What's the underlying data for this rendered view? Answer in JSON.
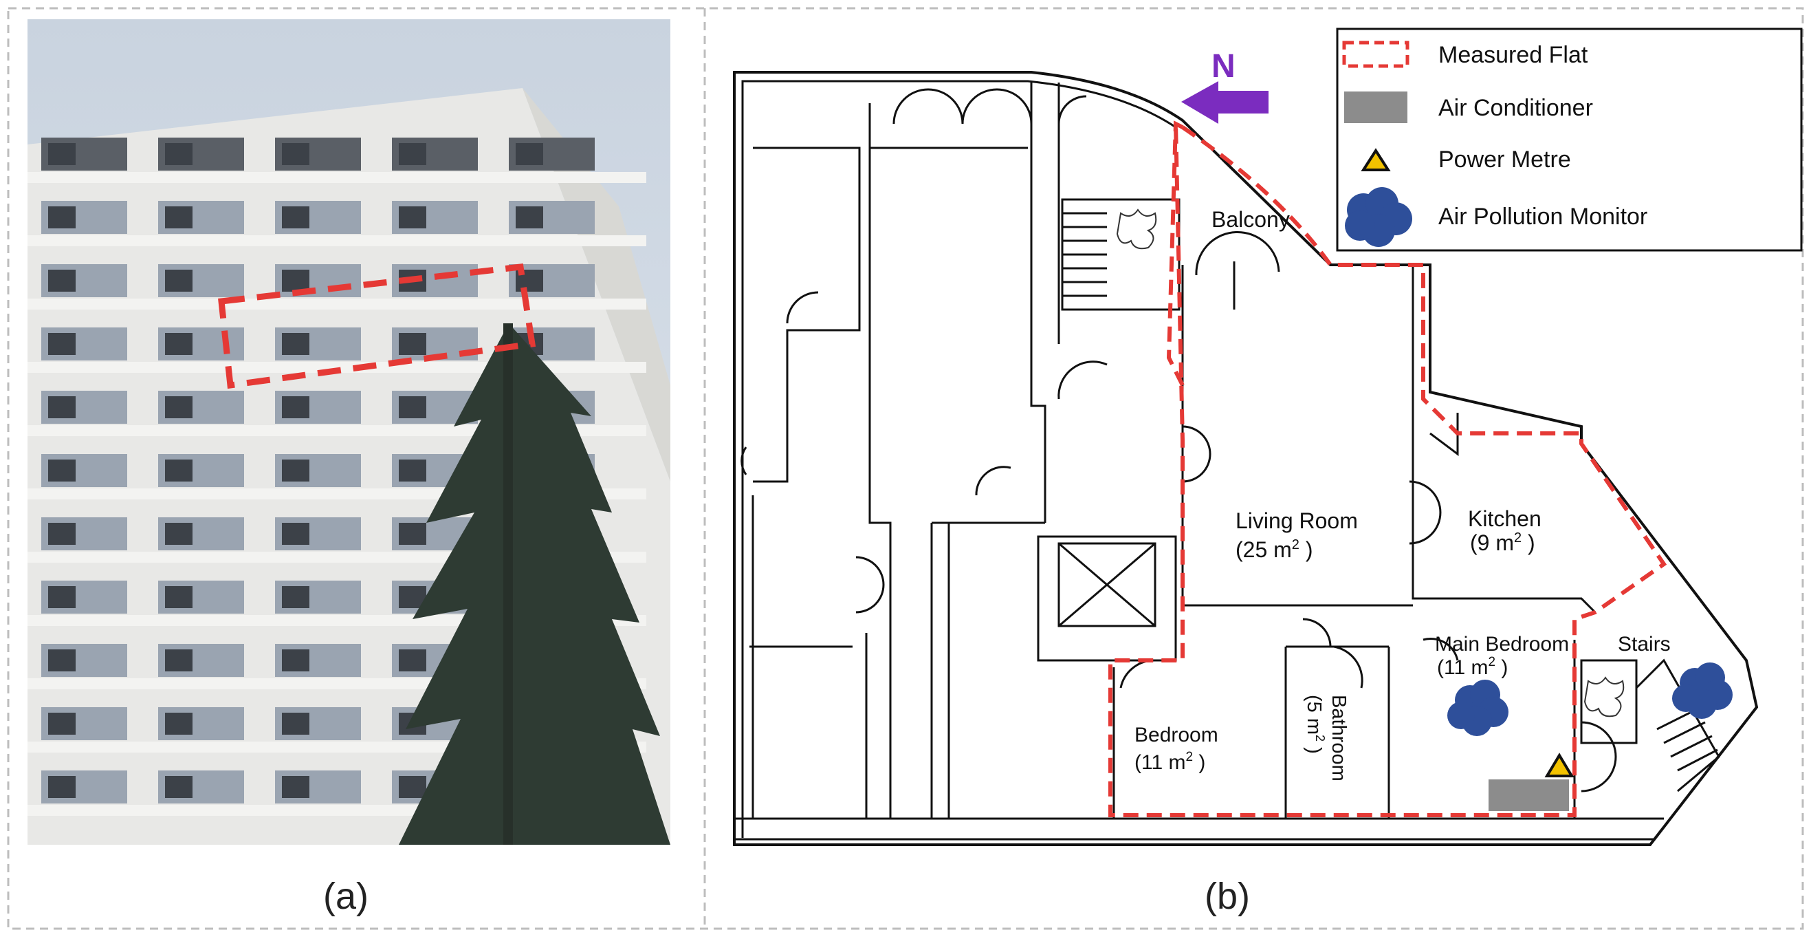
{
  "captions": {
    "a": "(a)",
    "b": "(b)"
  },
  "legend": {
    "measured_flat": "Measured Flat",
    "air_conditioner": "Air Conditioner",
    "power_metre": "Power Metre",
    "air_pollution_monitor": "Air Pollution Monitor"
  },
  "compass": {
    "label": "N"
  },
  "rooms": {
    "balcony": "Balcony",
    "living_room": "Living Room",
    "living_room_area": "(25 m",
    "kitchen": "Kitchen",
    "kitchen_area": "(9 m",
    "main_bedroom": "Main Bedroom",
    "main_bedroom_area": "(11 m",
    "stairs": "Stairs",
    "bedroom": "Bedroom",
    "bedroom_area": "(11 m",
    "bathroom": "Bathroom",
    "bathroom_area": "(5 m",
    "sup": "2",
    "close": " )"
  },
  "colors": {
    "measured_flat": "#e53935",
    "air_conditioner": "#8c8c8c",
    "air_pollution_monitor": "#2e4f9a",
    "compass_arrow": "#7b2cbf",
    "power_metre": "#f2c200"
  }
}
